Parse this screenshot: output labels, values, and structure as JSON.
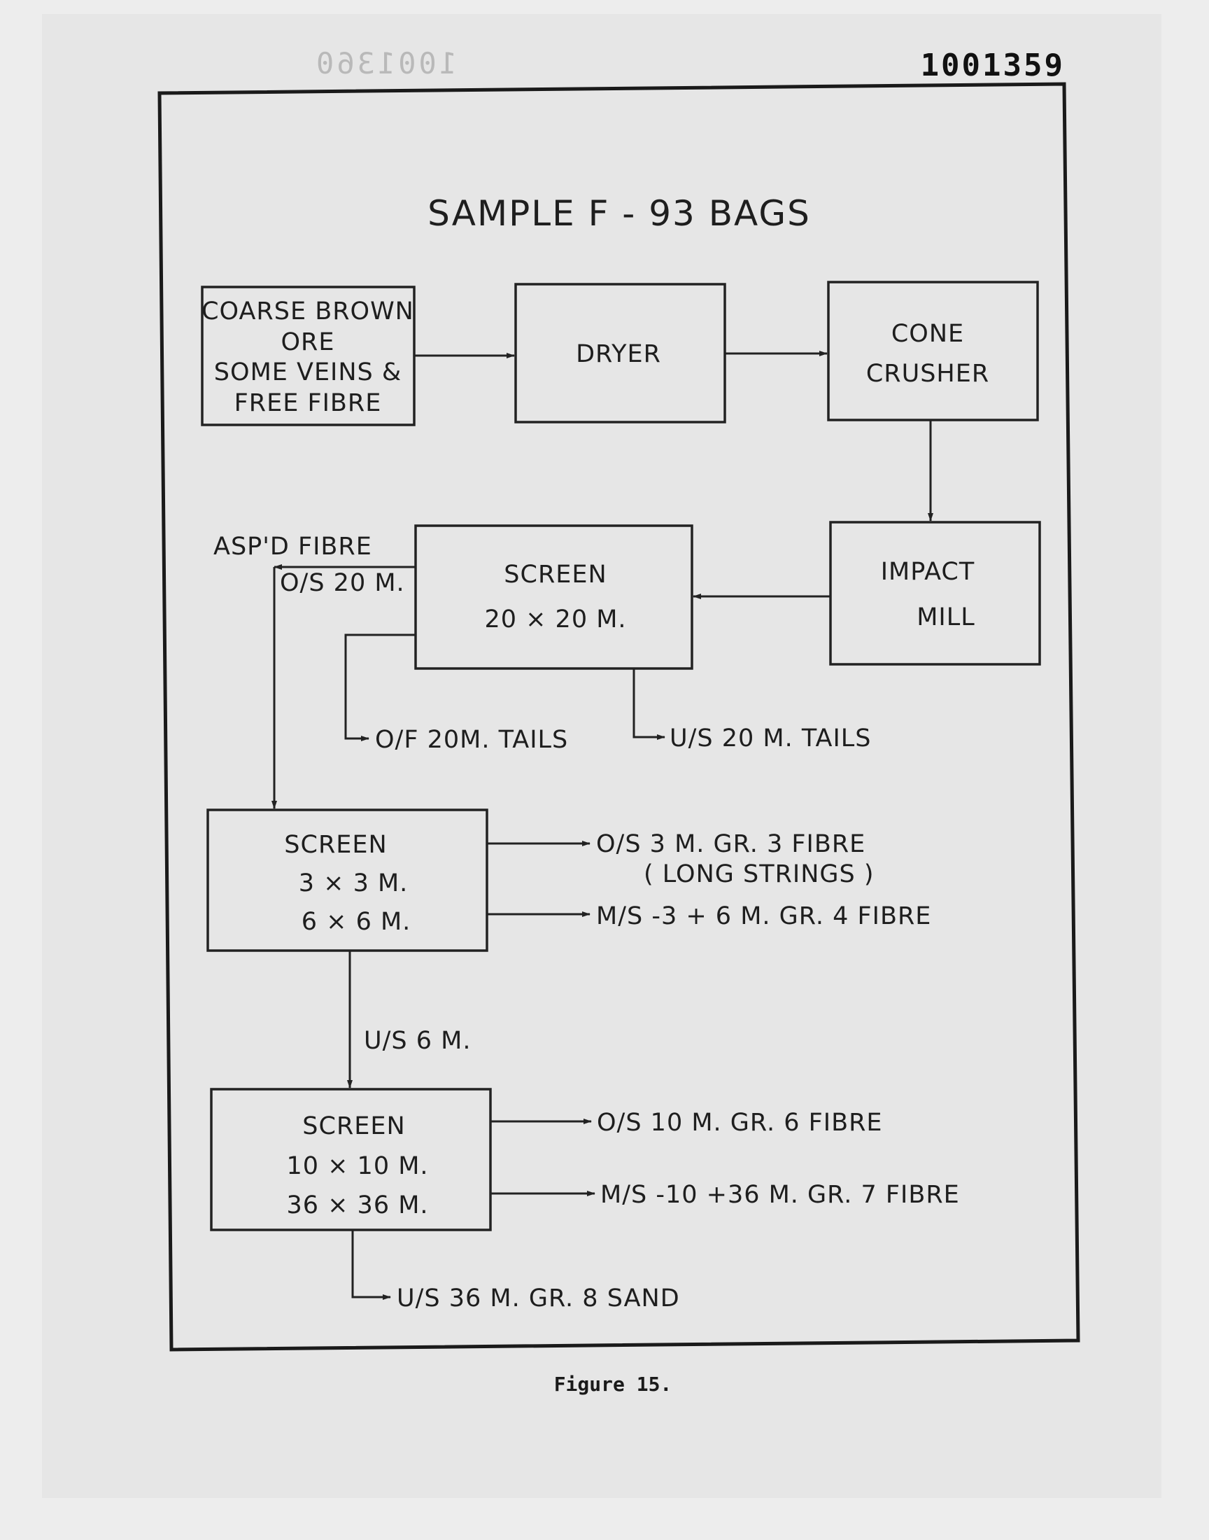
{
  "document_number": "1001359",
  "mirrored_number": "1001360",
  "title": "SAMPLE   F  -  93   BAGS",
  "caption": "Figure 15.",
  "nodes": {
    "ore": [
      "COARSE  BROWN",
      "ORE",
      "SOME  VEINS  &",
      "FREE  FIBRE"
    ],
    "dryer": [
      "DRYER"
    ],
    "cone_crusher": [
      "CONE",
      "CRUSHER"
    ],
    "impact_mill": [
      "IMPACT",
      "MILL"
    ],
    "screen_20": [
      "SCREEN",
      "20   ×   20    M."
    ],
    "screen_3_6": [
      "SCREEN",
      "3   ×   3    M.",
      "6   ×   6    M."
    ],
    "screen_10_36": [
      "SCREEN",
      "10   ×   10  M.",
      "36   ×   36   M."
    ]
  },
  "outputs": {
    "aspd_fibre": "ASP'D   FIBRE",
    "os_20": "O/S   20 M.",
    "of_20_tails": "O/F   20M.  TAILS",
    "us_20_tails": "U/S   20 M.  TAILS",
    "os_3": "O/S   3 M.      GR.  3     FIBRE",
    "long_strings": "( LONG     STRINGS )",
    "ms_3_6": "M/S   -3 + 6  M.    GR.  4     FIBRE",
    "us_6": "U/S      6 M.",
    "os_10": "O/S    10 M.   GR.  6      FIBRE",
    "ms_10_36": "M/S   -10 +36 M.    GR.  7     FIBRE",
    "us_36": "U/S   36  M.    GR.  8     SAND"
  }
}
